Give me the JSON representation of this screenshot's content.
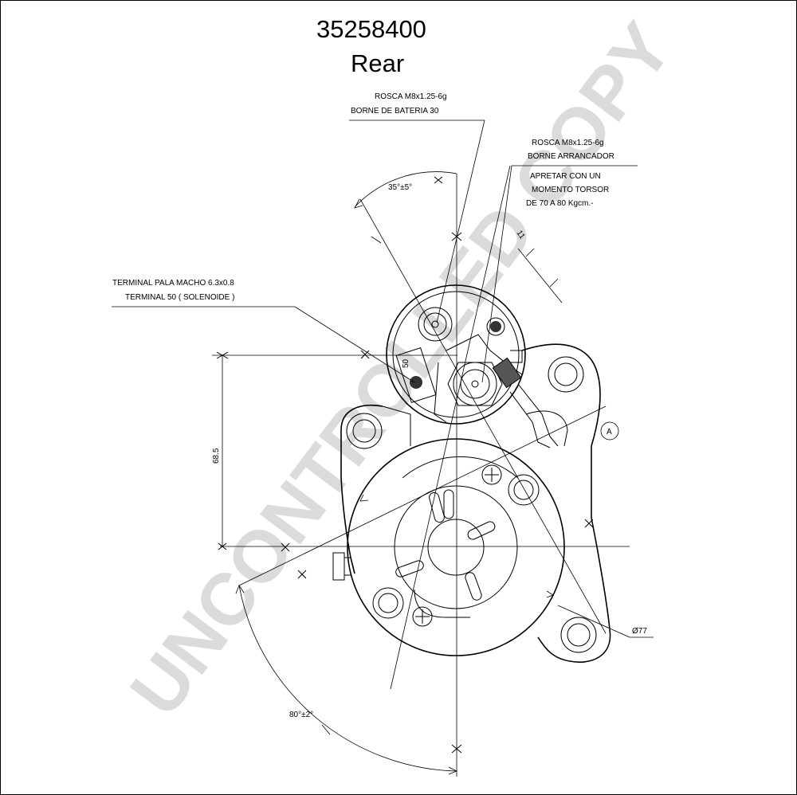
{
  "drawing": {
    "part_number": "35258400",
    "view": "Rear",
    "watermark": "UNCONTROLLED COPY",
    "callouts": {
      "battery_thread": "ROSCA M8x1.25-6g",
      "battery_terminal": "BORNE DE BATERIA 30",
      "starter_thread": "ROSCA M8x1.25-6g",
      "starter_terminal": "BORNE ARRANCADOR",
      "torque_line1": "APRETAR CON UN",
      "torque_line2": "MOMENTO TORSOR",
      "torque_line3": "DE 70 A 80 Kgcm.-",
      "spade_terminal": "TERMINAL PALA MACHO 6.3x0.8",
      "solenoid_terminal": "TERMINAL 50 ( SOLENOIDE )"
    },
    "dimensions": {
      "angle_top": "35°±5°",
      "height": "68.5",
      "angle_bottom": "80°±2°",
      "diameter": "Ø77",
      "small": "11",
      "terminal_mark": "50"
    },
    "reference_circle": "A"
  }
}
